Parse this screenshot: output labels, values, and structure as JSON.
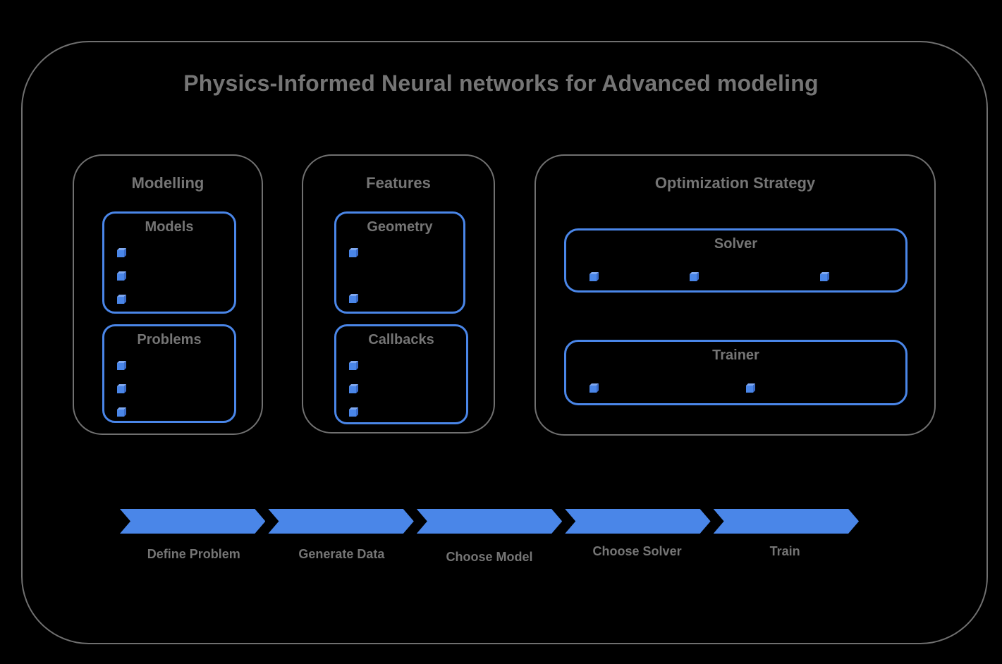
{
  "title": "Physics-Informed Neural networks for Advanced modeling",
  "colors": {
    "background": "#000000",
    "outline_gray": "#707070",
    "text_gray": "#757575",
    "accent_blue": "#4a86e8",
    "cube_top_face": "#7fa8f0",
    "cube_side_face": "#3a6bc8"
  },
  "groups": [
    {
      "label": "Modelling",
      "boxes": [
        {
          "label": "Models",
          "bullet_count": 3
        },
        {
          "label": "Problems",
          "bullet_count": 3
        }
      ]
    },
    {
      "label": "Features",
      "boxes": [
        {
          "label": "Geometry",
          "bullet_count": 2
        },
        {
          "label": "Callbacks",
          "bullet_count": 3
        }
      ]
    },
    {
      "label": "Optimization Strategy",
      "boxes": [
        {
          "label": "Solver",
          "bullet_count": 3
        },
        {
          "label": "Trainer",
          "bullet_count": 2
        }
      ]
    }
  ],
  "flow_steps": [
    {
      "label": "Define Problem"
    },
    {
      "label": "Generate Data"
    },
    {
      "label": "Choose Model"
    },
    {
      "label": "Choose Solver"
    },
    {
      "label": "Train"
    }
  ]
}
